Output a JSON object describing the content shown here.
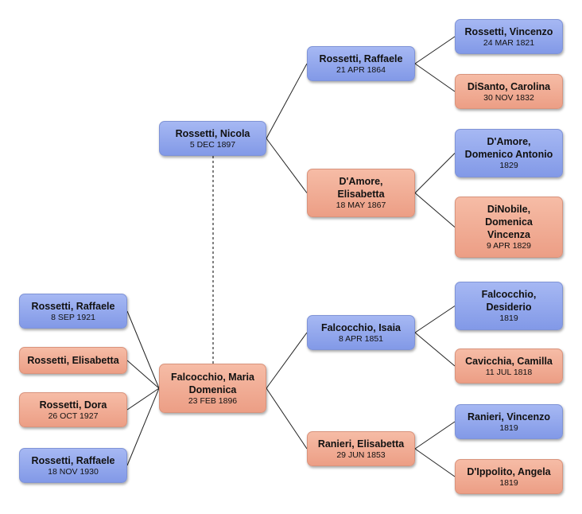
{
  "people": {
    "nicola": {
      "name": "Rossetti, Nicola",
      "date": "5 DEC 1897",
      "sex": "m"
    },
    "maria": {
      "name": "Falcocchio, Maria\nDomenica",
      "date": "23 FEB 1896",
      "sex": "f"
    },
    "raffaele_f": {
      "name": "Rossetti, Raffaele",
      "date": "21 APR 1864",
      "sex": "m"
    },
    "elisabetta_m": {
      "name": "D'Amore,\nElisabetta",
      "date": "18 MAY 1867",
      "sex": "f"
    },
    "vincenzo": {
      "name": "Rossetti, Vincenzo",
      "date": "24 MAR 1821",
      "sex": "m"
    },
    "carolina": {
      "name": "DiSanto, Carolina",
      "date": "30 NOV 1832",
      "sex": "f"
    },
    "domenico": {
      "name": "D'Amore,\nDomenico Antonio",
      "date": "1829",
      "sex": "m"
    },
    "domenica_v": {
      "name": "DiNobile,\nDomenica\nVincenza",
      "date": "9 APR 1829",
      "sex": "f"
    },
    "isaia": {
      "name": "Falcocchio, Isaia",
      "date": "8 APR 1851",
      "sex": "m"
    },
    "elisabetta_r": {
      "name": "Ranieri, Elisabetta",
      "date": "29 JUN 1853",
      "sex": "f"
    },
    "desiderio": {
      "name": "Falcocchio,\nDesiderio",
      "date": "1819",
      "sex": "m"
    },
    "camilla": {
      "name": "Cavicchia, Camilla",
      "date": "11 JUL 1818",
      "sex": "f"
    },
    "vincenzo_r": {
      "name": "Ranieri, Vincenzo",
      "date": "1819",
      "sex": "m"
    },
    "angela": {
      "name": "D'Ippolito, Angela",
      "date": "1819",
      "sex": "f"
    },
    "child1": {
      "name": "Rossetti, Raffaele",
      "date": "8 SEP 1921",
      "sex": "m"
    },
    "child2": {
      "name": "Rossetti, Elisabetta",
      "date": "",
      "sex": "f"
    },
    "child3": {
      "name": "Rossetti, Dora",
      "date": "26 OCT 1927",
      "sex": "f"
    },
    "child4": {
      "name": "Rossetti, Raffaele",
      "date": "18 NOV 1930",
      "sex": "m"
    }
  },
  "colors": {
    "male": "#8fa3ea",
    "female": "#f0ab92",
    "line": "#222222"
  }
}
